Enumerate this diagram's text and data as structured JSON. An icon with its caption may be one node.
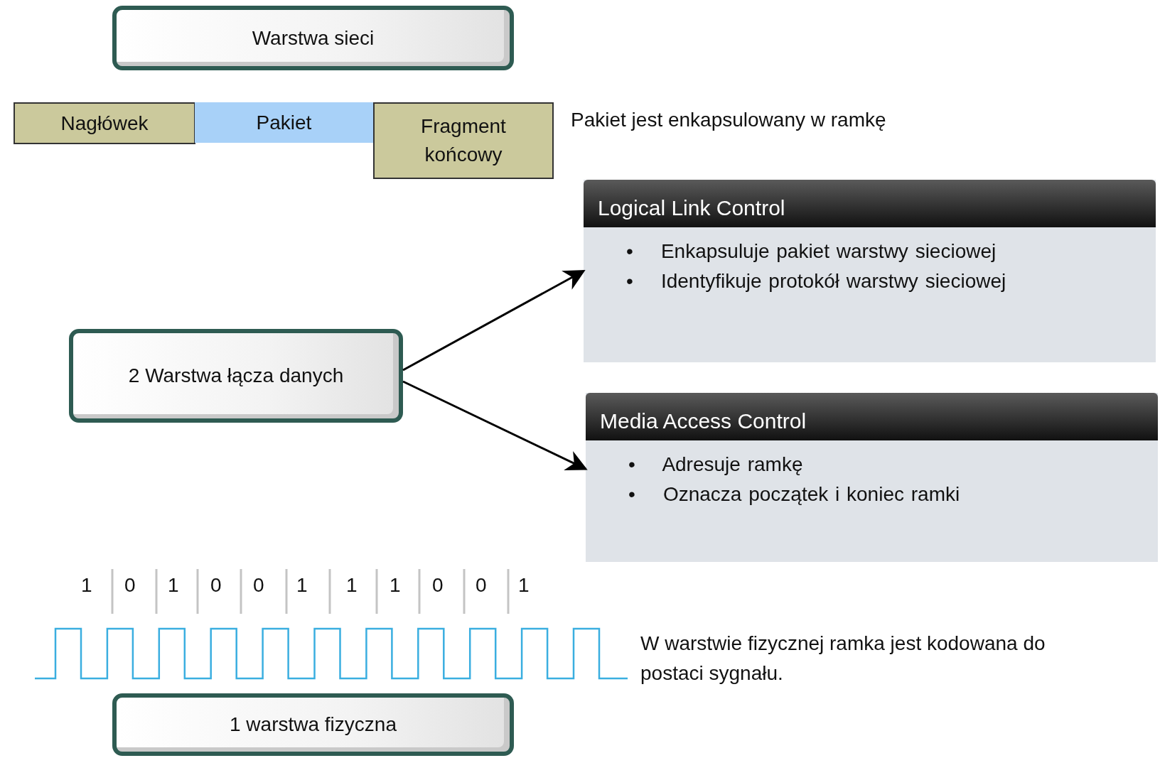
{
  "diagram": {
    "nodes": [
      {
        "text": [
          "Warstwa sieci"
        ]
      },
      {
        "text": [
          "Nagłówek"
        ]
      },
      {
        "text": [
          "Pakiet"
        ]
      },
      {
        "text": [
          "Fragment końcowy"
        ]
      },
      {
        "text": [
          "Logical Link Control",
          "• Enkapsuluje pakiet warstwy sieciowej",
          "• Identyfikuje protokół warstwy sieciowej"
        ]
      },
      {
        "text": [
          "2 Warstwa łącza danych"
        ]
      },
      {
        "text": [
          "Media Access Control",
          "• Adresuje ramkę",
          "• Oznacza początek i koniec ramki"
        ]
      },
      {
        "text": [
          "1 warstwa fizyczna"
        ]
      }
    ],
    "edges": [
      {
        "from": 5,
        "to": 4,
        "arrow": "to"
      },
      {
        "from": 5,
        "to": 6,
        "arrow": "to"
      }
    ],
    "labels": [
      "Pakiet jest enkapsulowany w ramkę",
      "1",
      "0",
      "1",
      "0",
      "0",
      "1",
      "1",
      "1",
      "0",
      "0",
      "1",
      "W warstwie fizycznej ramka jest kodowana do postaci sygnału."
    ]
  }
}
